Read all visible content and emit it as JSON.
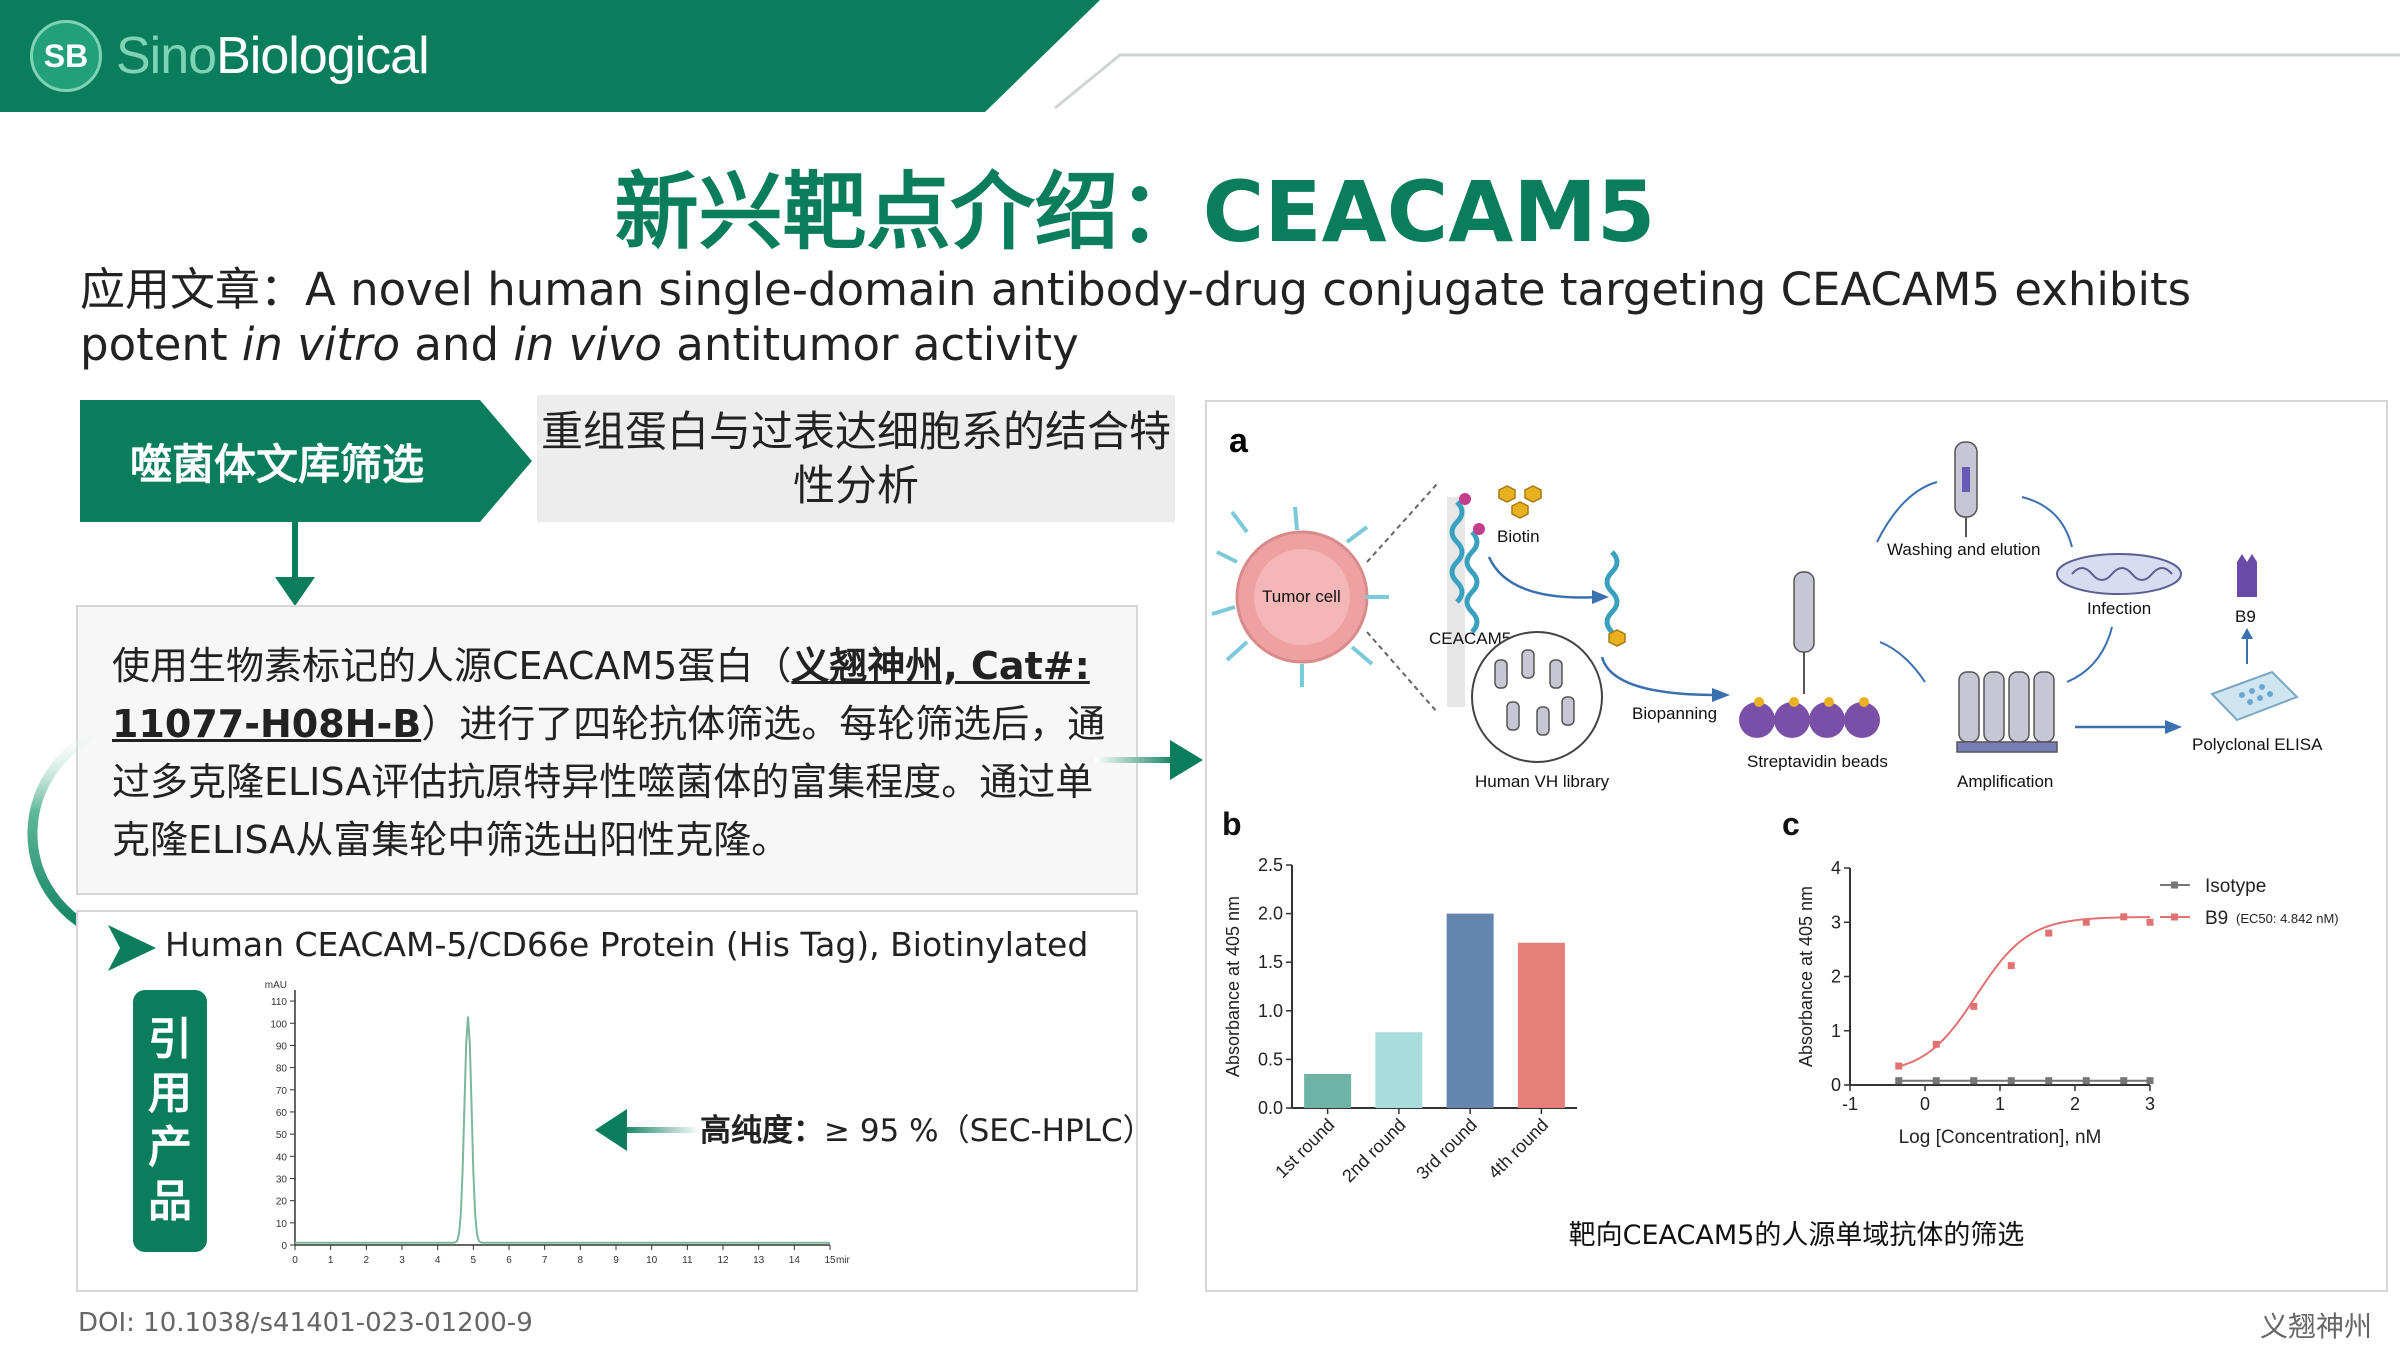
{
  "header": {
    "logo_badge": "SB",
    "logo_sino": "Sino",
    "logo_rest": "Biological"
  },
  "title": "新兴靶点介绍：CEACAM5",
  "subtitle": {
    "prefix": "应用文章：A novel human single-domain antibody-drug conjugate targeting CEACAM5 exhibits potent ",
    "italic1": "in vitro",
    "mid": " and ",
    "italic2": "in vivo",
    "suffix": " antitumor activity"
  },
  "tabs": {
    "left": "噬菌体文库筛选",
    "right": "重组蛋白与过表达细胞系的结合特性分析"
  },
  "description": {
    "part1": "使用生物素标记的人源CEACAM5蛋白（",
    "bold": "义翘神州, Cat#: 11077-H08H-B",
    "part2": "）进行了四轮抗体筛选。每轮筛选后，通过多克隆ELISA评估抗原特异性噬菌体的富集程度。通过单克隆ELISA从富集轮中筛选出阳性克隆。"
  },
  "product": {
    "name": "Human CEACAM-5/CD66e Protein (His Tag), Biotinylated",
    "ref_label": [
      "引",
      "用",
      "产",
      "品"
    ],
    "purity_label": "高纯度：",
    "purity_value": "≥ 95 %（SEC-HPLC）"
  },
  "doi": "DOI: 10.1038/s41401-023-01200-9",
  "footer_brand": "义翘神州",
  "figure": {
    "panel_a_letter": "a",
    "panel_b_letter": "b",
    "panel_c_letter": "c",
    "labels": {
      "tumor_cell": "Tumor cell",
      "ceacam5": "CEACAM5",
      "biotin": "Biotin",
      "human_vh_library": "Human VH library",
      "biopanning": "Biopanning",
      "streptavidin_beads": "Streptavidin beads",
      "washing": "Washing and elution",
      "infection": "Infection",
      "amplification": "Amplification",
      "b9": "B9",
      "polyclonal_elisa": "Polyclonal ELISA"
    },
    "caption": "靶向CEACAM5的人源单域抗体的筛选"
  },
  "chart_data": [
    {
      "type": "line",
      "ylabel": "mAU",
      "xlabel": "min",
      "x_ticks": [
        0,
        1,
        2,
        3,
        4,
        5,
        6,
        7,
        8,
        9,
        10,
        11,
        12,
        13,
        14,
        15
      ],
      "y_ticks": [
        0,
        10,
        20,
        30,
        40,
        50,
        60,
        70,
        80,
        90,
        100,
        110
      ],
      "xlim": [
        0,
        15
      ],
      "ylim": [
        0,
        115
      ],
      "peak_x": 4.85,
      "peak_y": 102,
      "color": "#7cb79a"
    },
    {
      "type": "bar",
      "categories": [
        "1st round",
        "2nd round",
        "3rd round",
        "4th round"
      ],
      "values": [
        0.35,
        0.78,
        2.0,
        1.7
      ],
      "colors": [
        "#6fb3a6",
        "#a9dcdc",
        "#6485b0",
        "#e48079"
      ],
      "ylabel": "Absorbance at 405 nm",
      "ylim": [
        0,
        2.5
      ],
      "y_ticks": [
        "0.0",
        "0.5",
        "1.0",
        "1.5",
        "2.0",
        "2.5"
      ]
    },
    {
      "type": "line",
      "xlabel": "Log [Concentration], nM",
      "ylabel": "Absorbance at 405 nm",
      "xlim": [
        -1,
        3
      ],
      "ylim": [
        0,
        4
      ],
      "x_ticks": [
        "-1",
        "0",
        "1",
        "2",
        "3"
      ],
      "y_ticks": [
        "0",
        "1",
        "2",
        "3",
        "4"
      ],
      "series": [
        {
          "name": "Isotype",
          "color": "#777777",
          "x": [
            -0.35,
            0.15,
            0.65,
            1.15,
            1.65,
            2.15,
            2.65,
            3.0
          ],
          "y": [
            0.08,
            0.08,
            0.08,
            0.08,
            0.08,
            0.08,
            0.08,
            0.08
          ]
        },
        {
          "name": "B9",
          "note": "(EC50: 4.842 nM)",
          "color": "#e07272",
          "x": [
            -0.35,
            0.15,
            0.65,
            1.15,
            1.65,
            2.15,
            2.65,
            3.0
          ],
          "y": [
            0.35,
            0.75,
            1.45,
            2.2,
            2.8,
            3.0,
            3.1,
            3.0
          ]
        }
      ]
    }
  ]
}
